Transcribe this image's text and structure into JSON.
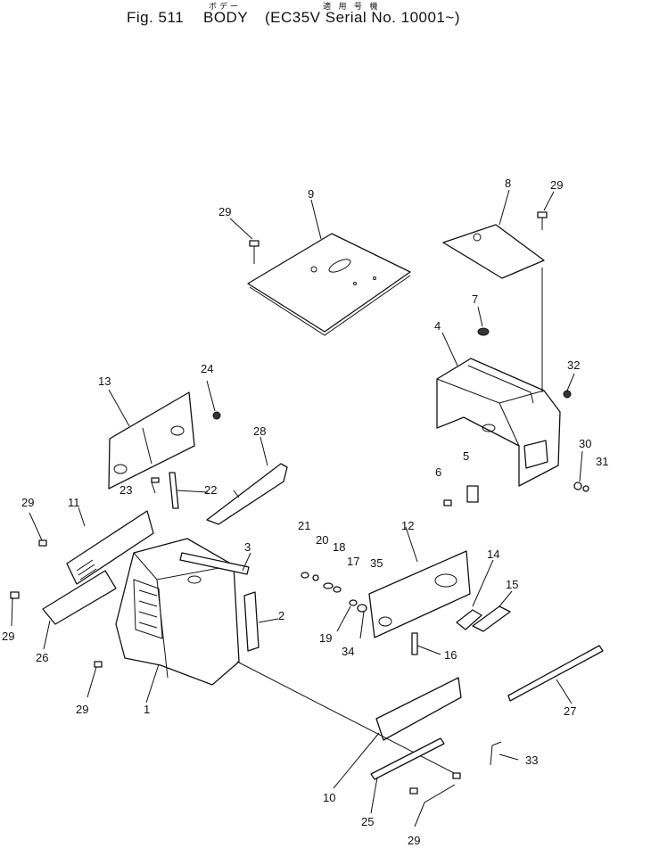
{
  "header": {
    "fig_label": "Fig. 511",
    "title": "BODY",
    "serial_label": "(EC35V Serial No. 10001~)",
    "title_kana": "ボデー",
    "serial_kana": "適 用 号 機"
  },
  "callouts": {
    "p1": "1",
    "p2": "2",
    "p3": "3",
    "p4": "4",
    "p5": "5",
    "p6": "6",
    "p7": "7",
    "p8": "8",
    "p9": "9",
    "p10": "10",
    "p11": "11",
    "p12": "12",
    "p13": "13",
    "p14": "14",
    "p15": "15",
    "p16": "16",
    "p17": "17",
    "p18": "18",
    "p19": "19",
    "p20": "20",
    "p21": "21",
    "p22": "22",
    "p23": "23",
    "p24": "24",
    "p25": "25",
    "p26": "26",
    "p27": "27",
    "p28": "28",
    "p29": "29",
    "p30": "30",
    "p31": "31",
    "p32": "32",
    "p33": "33",
    "p34": "34",
    "p35": "35"
  }
}
